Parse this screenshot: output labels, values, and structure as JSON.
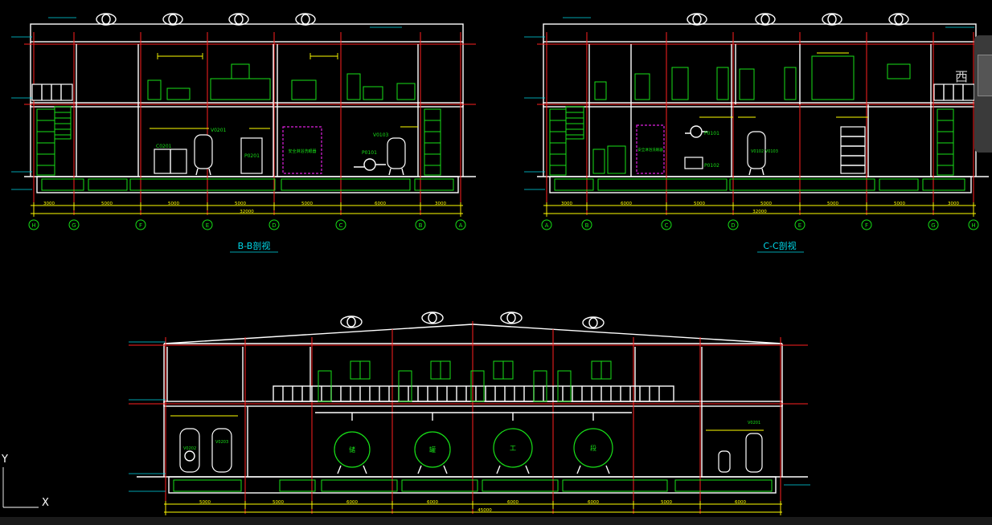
{
  "sections": {
    "bb": {
      "title": "B-B剖视",
      "axes": [
        "H",
        "G",
        "F",
        "E",
        "D",
        "C",
        "B",
        "A"
      ],
      "dims": [
        "3000",
        "5000",
        "5000",
        "5000",
        "5000",
        "6000",
        "3000"
      ],
      "total": "32000",
      "equipment": [
        "V0201",
        "C0201",
        "P0201",
        "V0103",
        "P0101"
      ],
      "room": "安全淋浴洗眼器"
    },
    "cc": {
      "title": "C-C剖视",
      "axes": [
        "A",
        "B",
        "C",
        "D",
        "E",
        "F",
        "G",
        "H"
      ],
      "dims": [
        "3000",
        "6000",
        "5000",
        "5000",
        "5000",
        "5000",
        "3000"
      ],
      "total": "32000",
      "equipment": [
        "P0101",
        "P0102",
        "V0102 V0103"
      ],
      "room": "安全淋浴洗眼器"
    },
    "aa": {
      "dims": [
        "5000",
        "5000",
        "6000",
        "6000",
        "6000",
        "6000",
        "5000",
        "6000"
      ],
      "total": "45000",
      "equipment": [
        "V0202",
        "V0203",
        "V0201"
      ],
      "tank_chars": [
        "储",
        "罐",
        "工",
        "段"
      ]
    }
  },
  "side_button": "西",
  "ucs": {
    "y": "Y",
    "x": "X"
  }
}
